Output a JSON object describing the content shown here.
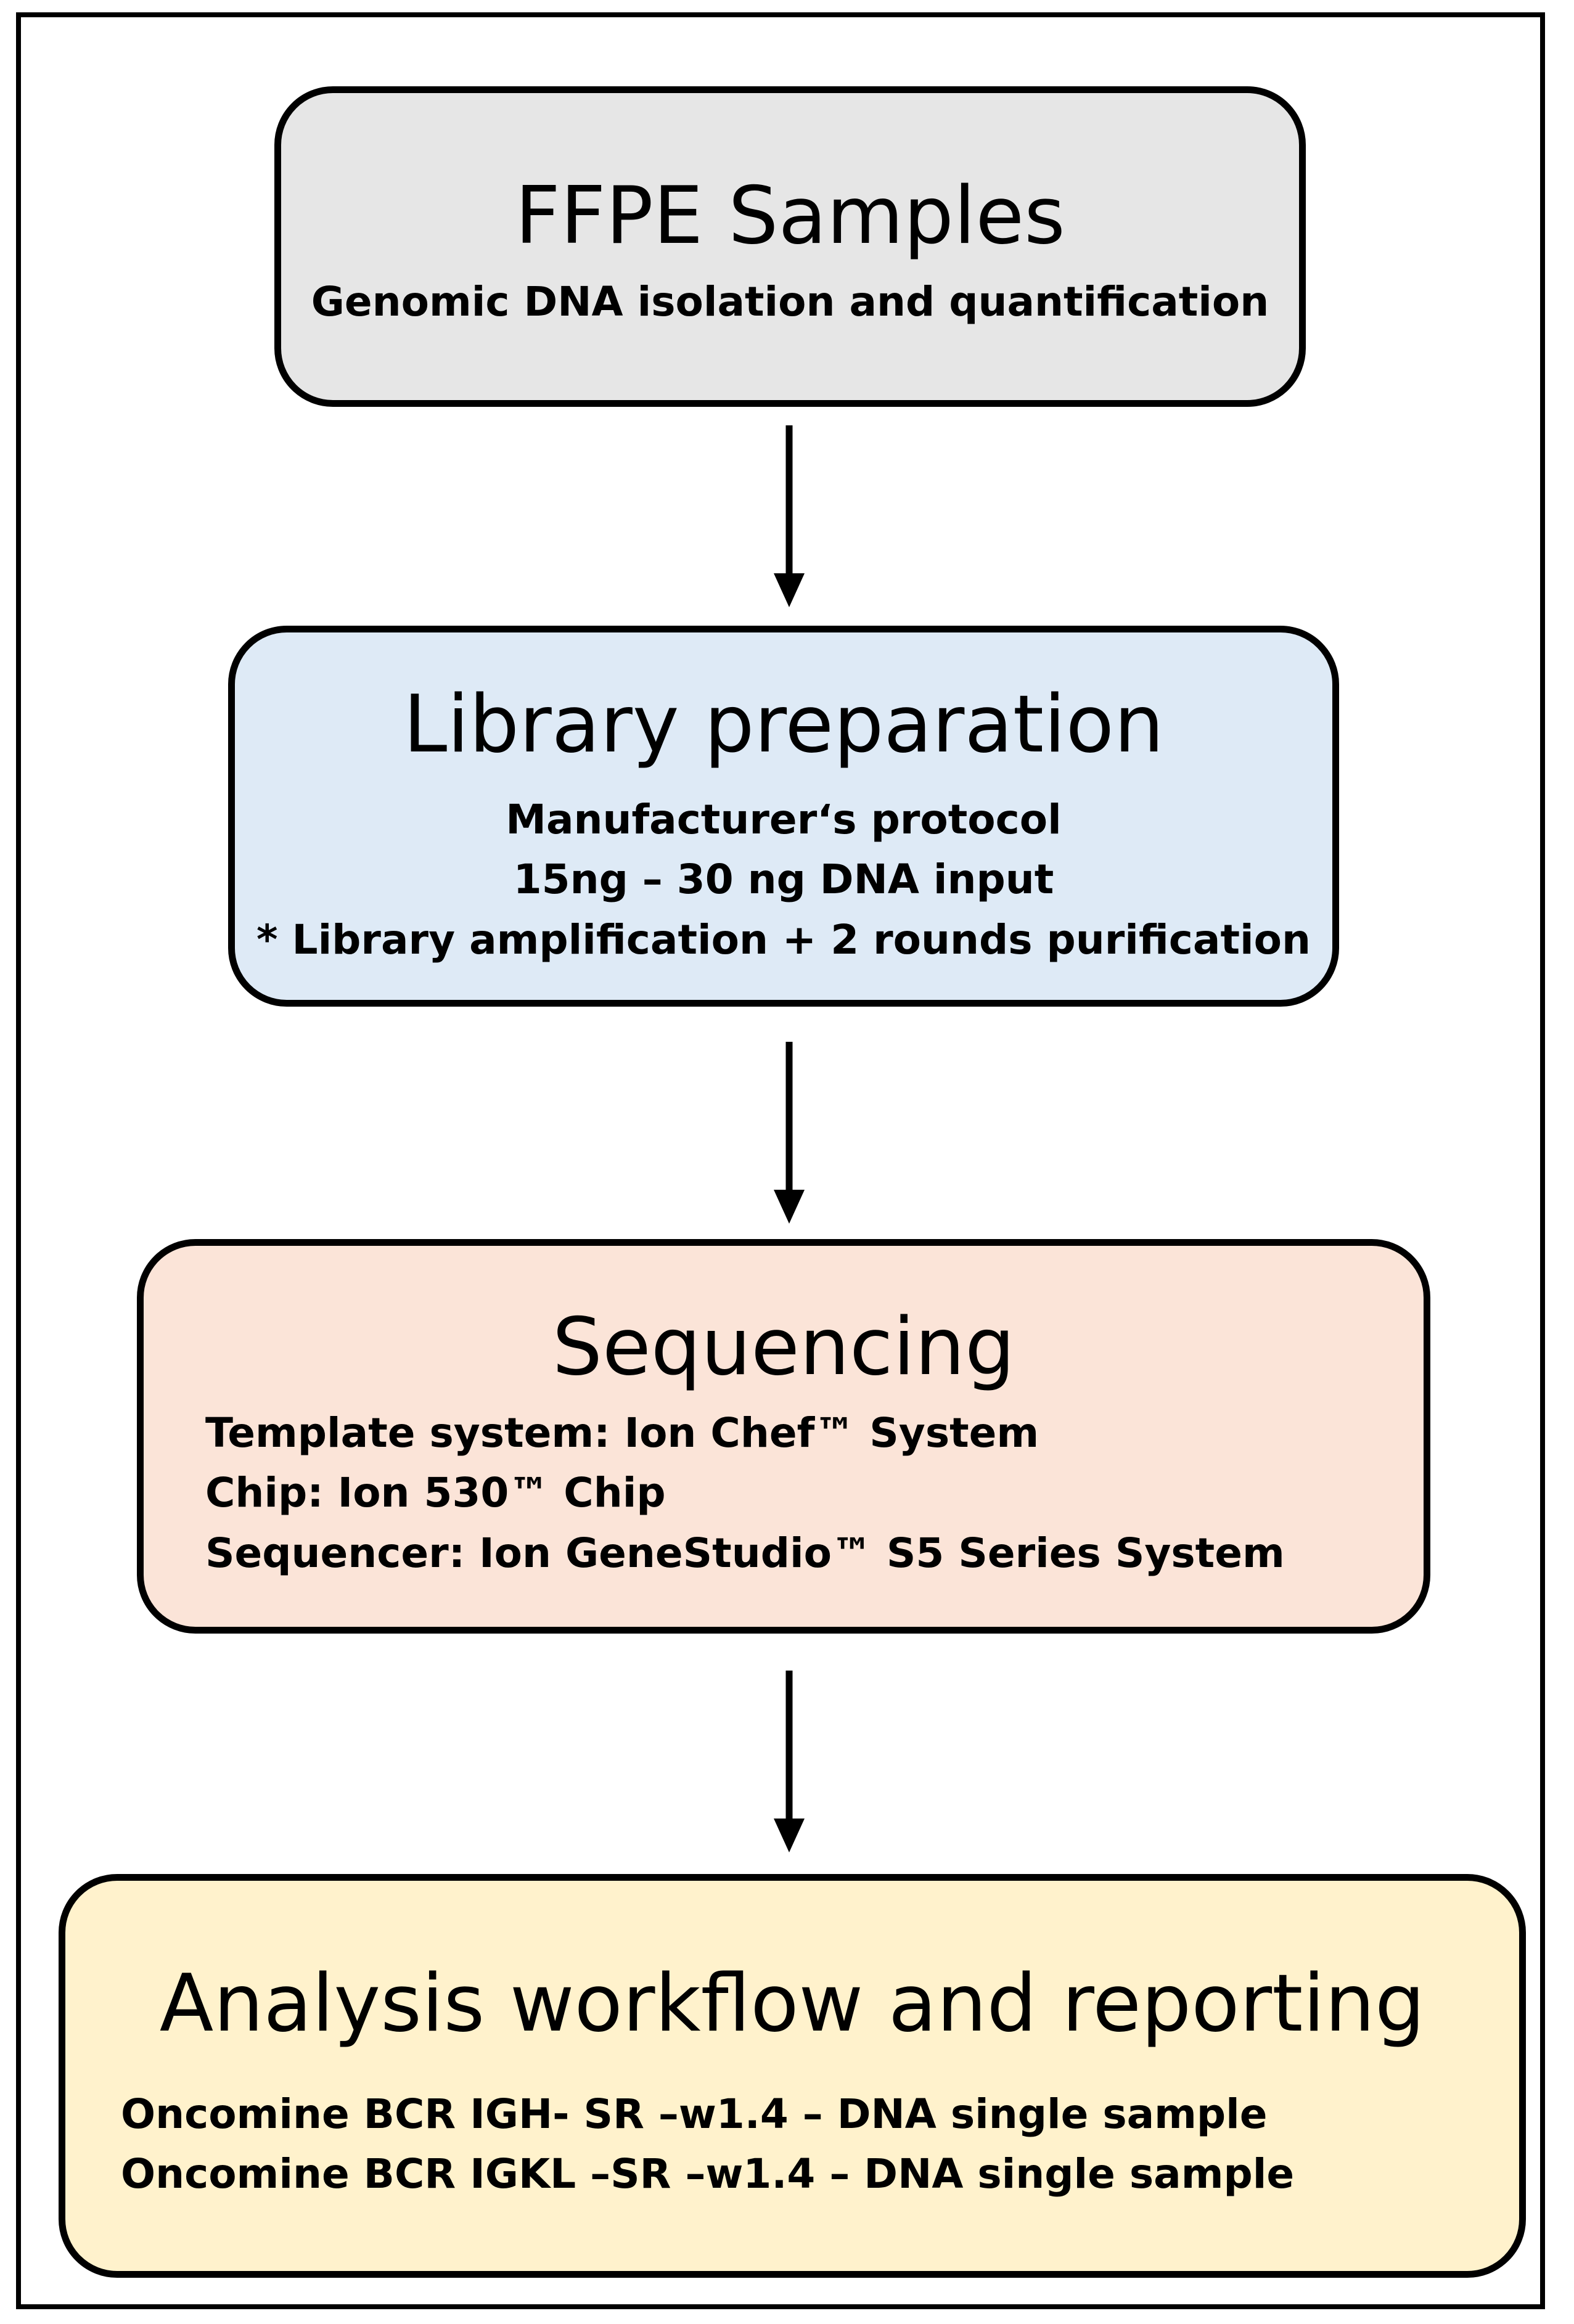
{
  "steps": [
    {
      "title": "FFPE Samples",
      "lines": [
        "Genomic DNA isolation and quantification"
      ],
      "color": "#e6e6e6"
    },
    {
      "title": "Library preparation",
      "lines": [
        "Manufacturer‘s protocol",
        "15ng  – 30 ng DNA input",
        "* Library amplification + 2 rounds purification"
      ],
      "color": "#deeaf6"
    },
    {
      "title": "Sequencing",
      "lines": [
        "Template system: Ion Chef™ System",
        "Chip: Ion 530™ Chip",
        "Sequencer: Ion GeneStudio™ S5 Series System"
      ],
      "color": "#fbe4d8"
    },
    {
      "title": "Analysis workflow and reporting",
      "lines": [
        "Oncomine BCR IGH- SR –w1.4 – DNA single sample",
        "Oncomine BCR IGKL –SR –w1.4 – DNA single sample"
      ],
      "color": "#fff2cc"
    }
  ],
  "connectors": [
    "arrow-down",
    "arrow-down",
    "arrow-down"
  ]
}
